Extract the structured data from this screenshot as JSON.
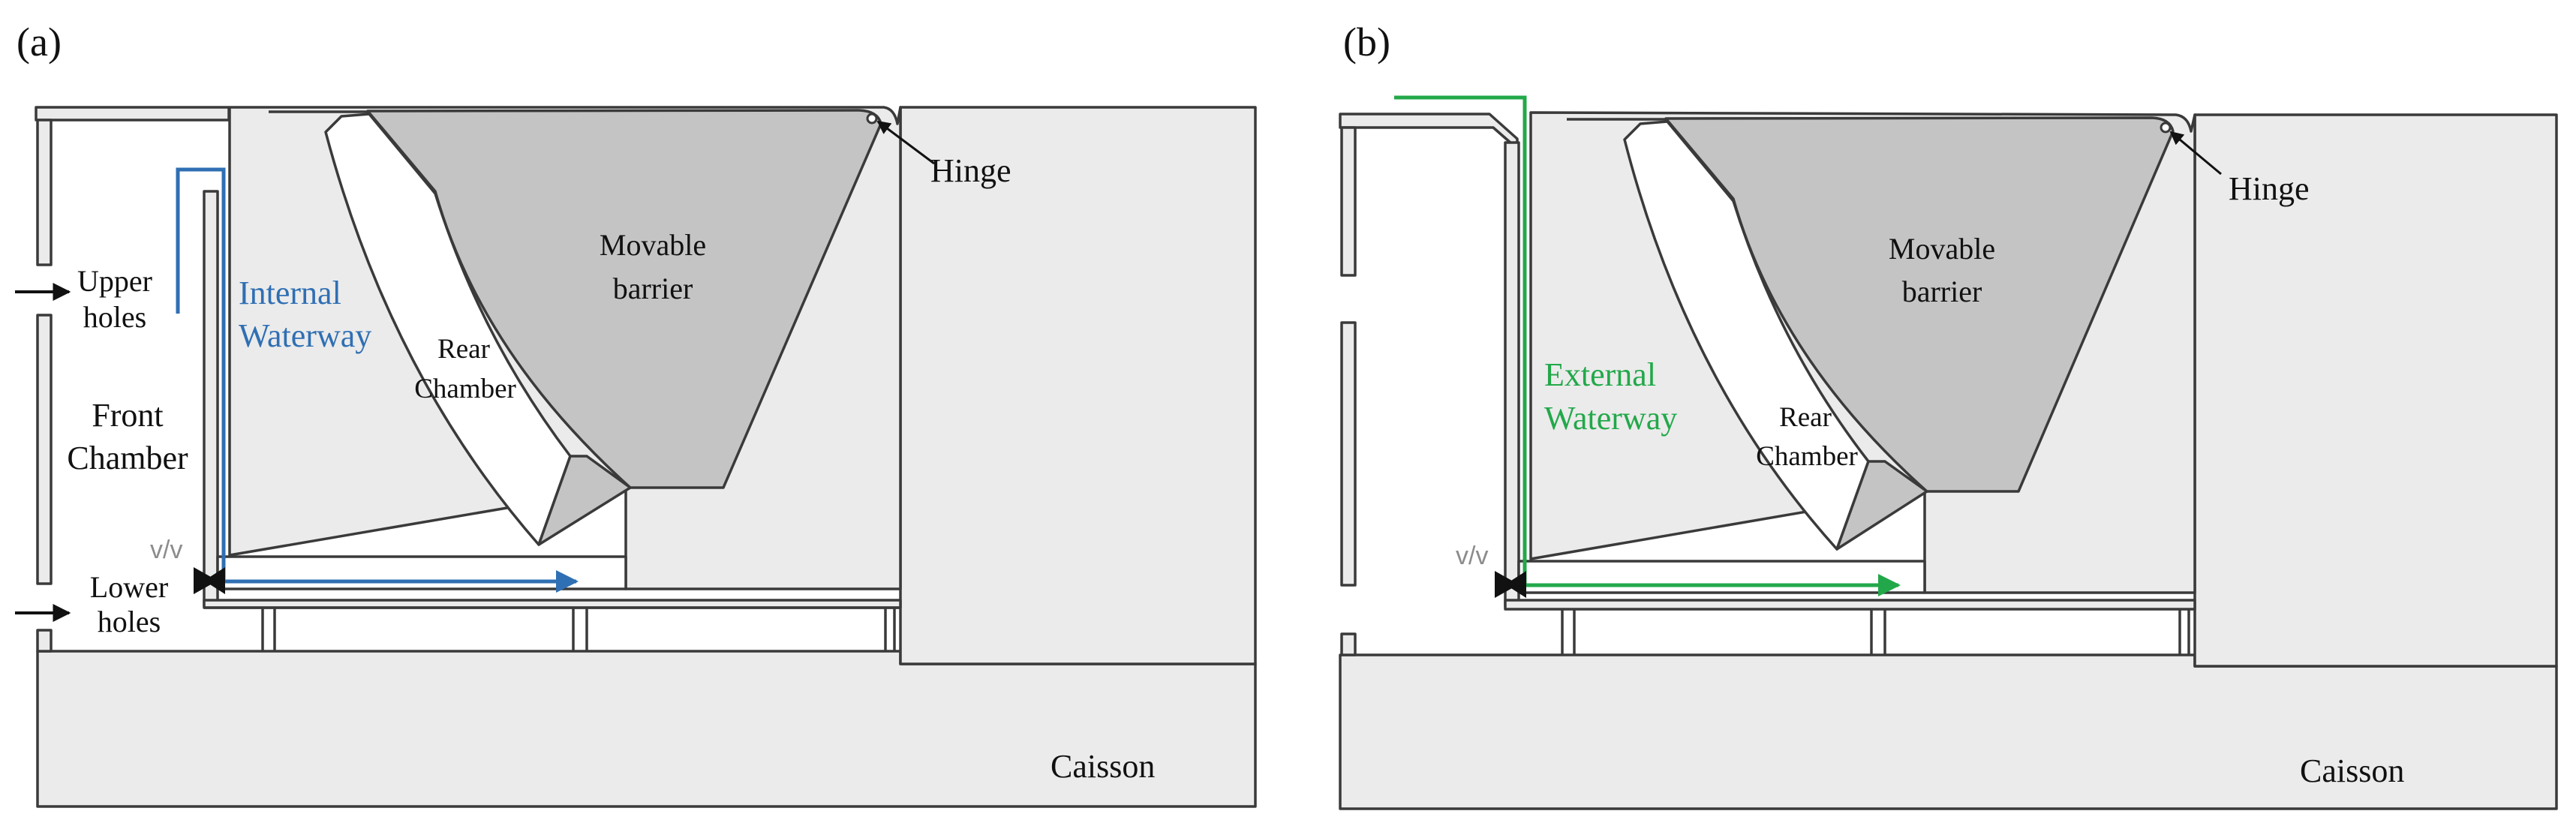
{
  "colors": {
    "internal_waterway": "#2f6fb3",
    "external_waterway": "#22a84a",
    "wall_fill": "#ebebeb",
    "barrier_fill": "#c4c4c4",
    "outline": "#3a3a3a",
    "valve_label": "#8c8c8c"
  },
  "panel_a": {
    "tag": "(a)",
    "hinge": "Hinge",
    "barrier_line1": "Movable",
    "barrier_line2": "barrier",
    "rear_line1": "Rear",
    "rear_line2": "Chamber",
    "waterway_line1": "Internal",
    "waterway_line2": "Waterway",
    "upper_line1": "Upper",
    "upper_line2": "holes",
    "front_line1": "Front",
    "front_line2": "Chamber",
    "valve": "v/v",
    "lower_line1": "Lower",
    "lower_line2": "holes",
    "caisson": "Caisson"
  },
  "panel_b": {
    "tag": "(b)",
    "hinge": "Hinge",
    "barrier_line1": "Movable",
    "barrier_line2": "barrier",
    "rear_line1": "Rear",
    "rear_line2": "Chamber",
    "waterway_line1": "External",
    "waterway_line2": "Waterway",
    "valve": "v/v",
    "caisson": "Caisson"
  }
}
